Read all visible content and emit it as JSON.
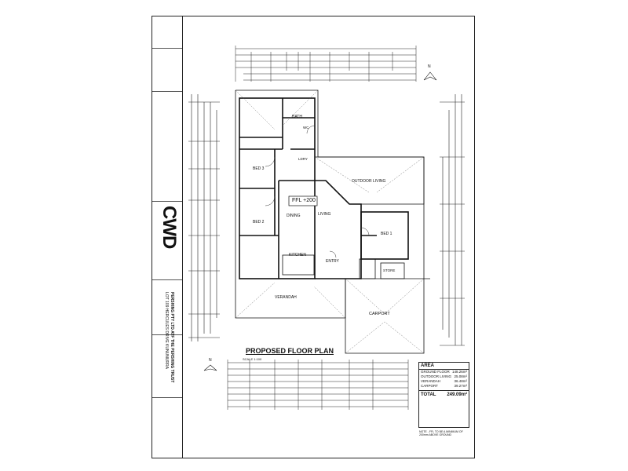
{
  "plan": {
    "title": "PROPOSED FLOOR PLAN",
    "scale": "SCALE 1:100",
    "ffl": "FFL +200",
    "north": "N"
  },
  "company": {
    "logo": "CWD",
    "client": "PERSHING PTY LTD ATF THE PERSHING TRUST",
    "address": "LOT 109 HERCULES DRIVE KUNUNURRA"
  },
  "rooms": [
    {
      "id": "bath",
      "label": "BATH"
    },
    {
      "id": "bed3",
      "label": "BED 3"
    },
    {
      "id": "bed2",
      "label": "BED 2"
    },
    {
      "id": "bed1",
      "label": "BED 1"
    },
    {
      "id": "ldry",
      "label": "LDRY"
    },
    {
      "id": "wc",
      "label": "WC"
    },
    {
      "id": "dining",
      "label": "DINING"
    },
    {
      "id": "living",
      "label": "LIVING"
    },
    {
      "id": "kitchen",
      "label": "KITCHEN"
    },
    {
      "id": "entry",
      "label": "ENTRY"
    },
    {
      "id": "verandah",
      "label": "VERANDAH"
    },
    {
      "id": "carport",
      "label": "CARPORT"
    },
    {
      "id": "outdoor",
      "label": "OUTDOOR LIVING"
    },
    {
      "id": "store",
      "label": "STORE"
    }
  ],
  "area": {
    "header": "AREA",
    "rows": [
      {
        "label": "GROUND FLOOR",
        "value": "148.26m²"
      },
      {
        "label": "OUTDOOR LIVING",
        "value": "25.08m²"
      },
      {
        "label": "VERANDAH",
        "value": "36.48m²"
      },
      {
        "label": "CARPORT",
        "value": "39.27m²"
      }
    ],
    "total_label": "TOTAL",
    "total_value": "249.09m²"
  },
  "note": "NOTE - FFL TO BE A MINIMUM OF 200mm ABOVE GROUND"
}
